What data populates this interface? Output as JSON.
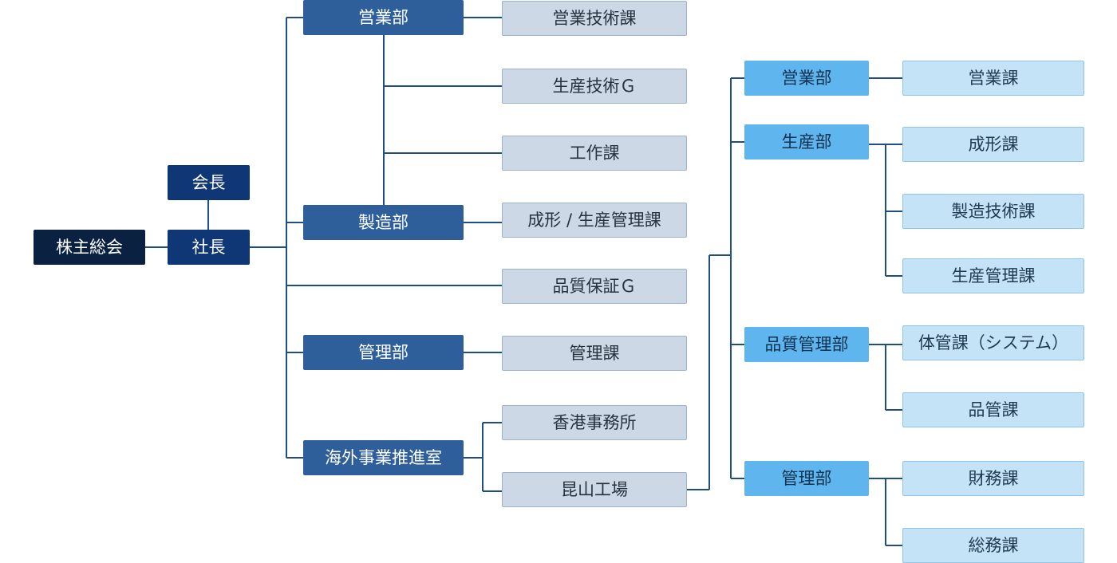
{
  "org": {
    "shareholders": "株主総会",
    "chairman": "会長",
    "president": "社長",
    "hq": {
      "sales": {
        "name": "営業部",
        "sections": [
          "営業技術課",
          "生産技術Ｇ",
          "工作課"
        ]
      },
      "manufacturing": {
        "name": "製造部",
        "sections": [
          "成形 / 生産管理課"
        ]
      },
      "quality": "品質保証Ｇ",
      "admin": {
        "name": "管理部",
        "sections": [
          "管理課"
        ]
      },
      "overseas": {
        "name": "海外事業推進室",
        "offices": [
          "香港事務所",
          "昆山工場"
        ]
      }
    },
    "kunshan": {
      "depts": [
        {
          "name": "営業部",
          "sections": [
            "営業課"
          ]
        },
        {
          "name": "生産部",
          "sections": [
            "成形課",
            "製造技術課",
            "生産管理課"
          ]
        },
        {
          "name": "品質管理部",
          "sections": [
            "体管課（システム）",
            "品管課"
          ]
        },
        {
          "name": "管理部",
          "sections": [
            "財務課",
            "総務課"
          ]
        }
      ]
    }
  },
  "colors": {
    "root": "#0b2141",
    "executive": "#0f3675",
    "department": "#2e5f9a",
    "section": "#ccd8e5",
    "kunshan_department": "#5fb5ed",
    "kunshan_section": "#c5e3f7",
    "connector": "#1f4e85"
  }
}
